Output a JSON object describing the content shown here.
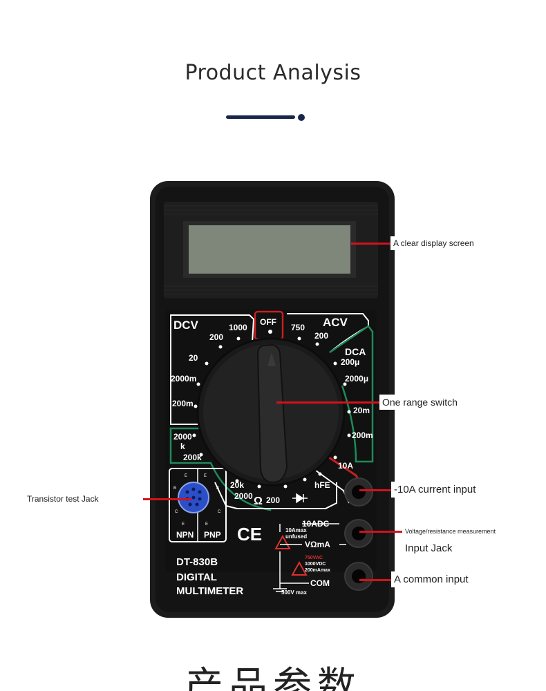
{
  "header": {
    "title": "Product Analysis"
  },
  "meter": {
    "labels": {
      "dcv": "DCV",
      "acv": "ACV",
      "dca": "DCA",
      "off": "OFF",
      "r1000": "1000",
      "r200a": "200",
      "r20": "20",
      "r2000m": "2000m",
      "r200m": "200m",
      "r750": "750",
      "r200b": "200",
      "r200u": "200μ",
      "r2000u": "2000μ",
      "r20m": "20m",
      "r200m2": "200m",
      "r10a": "10A",
      "r2000k": "2000",
      "rk": "k",
      "r200k": "200k",
      "r20k": "20k",
      "r2000": "2000",
      "ohm": "Ω",
      "r200c": "200",
      "hfe": "hFE",
      "npn": "NPN",
      "pnp": "PNP",
      "ce": "CE",
      "adc10": "10ADC",
      "max10a": "10Amax",
      "unfused": "unfused",
      "vohm": "VΩmA",
      "v750": "750VAC",
      "v1000": "1000VDC",
      "ma200": "200mAmax",
      "com": "COM",
      "v500": "500V max",
      "model": "DT-830B",
      "digital": "DIGITAL",
      "multimeter": "MULTIMETER",
      "e1": "E",
      "b1": "B",
      "c1": "C",
      "e2": "E",
      "b2": "B",
      "c2": "C",
      "e3": "E",
      "e4": "E"
    }
  },
  "callouts": {
    "display": "A clear display screen",
    "range": "One range switch",
    "current": "-10A current input",
    "voltage_small": "Voltage/resistance measurement",
    "voltage_big": "Input Jack",
    "common": "A common input",
    "transistor": "Transistor test Jack"
  },
  "footer": {
    "title": "产品参数"
  },
  "colors": {
    "accent": "#18264b",
    "leader": "#d4121c",
    "body": "#141414",
    "lcd": "#7e877a",
    "green": "#1f8a5a",
    "red": "#c91f1f"
  }
}
